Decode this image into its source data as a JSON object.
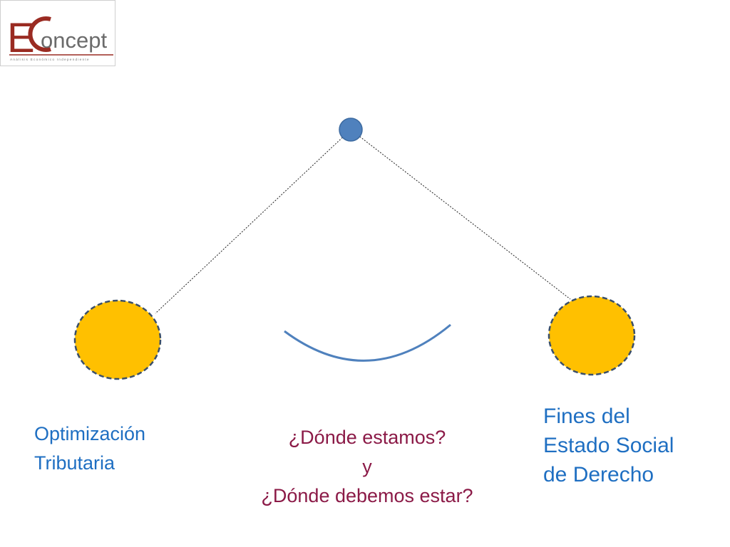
{
  "logo": {
    "brand_text": "EConcept",
    "tagline": "Análisis Económico Independiente",
    "colors": {
      "primary": "#9a2b22",
      "secondary": "#8a8a8a"
    }
  },
  "diagram": {
    "top_node_color": "#4f81bd",
    "side_node_color": "#ffc000",
    "side_node_border": "#3a4f6a",
    "arc_color": "#4f81bd"
  },
  "labels": {
    "left": "Optimización\nTributaria",
    "right": "Fines del\nEstado Social\nde Derecho"
  },
  "question": {
    "line1": "¿Dónde estamos?",
    "line2": "y",
    "line3": "¿Dónde debemos estar?"
  }
}
